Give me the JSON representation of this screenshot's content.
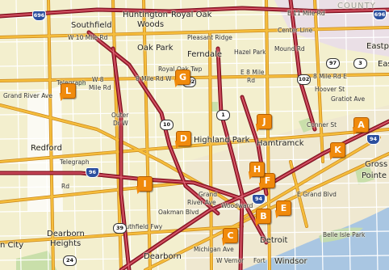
{
  "map": {
    "labels": [
      {
        "id": "southfield",
        "text": "Southfield",
        "cls": "city"
      },
      {
        "id": "huntington-woods-1",
        "text": "Huntington",
        "cls": "city"
      },
      {
        "id": "huntington-woods-2",
        "text": "Woods",
        "cls": "city"
      },
      {
        "id": "royal-oak",
        "text": "Royal Oak",
        "cls": "city"
      },
      {
        "id": "e11-mile",
        "text": "E 11 Mile Rd",
        "cls": "minor"
      },
      {
        "id": "county",
        "text": "COUNTY",
        "cls": "faint"
      },
      {
        "id": "w10-mile",
        "text": "W 10 Mile Rd",
        "cls": "minor"
      },
      {
        "id": "pleasant-ridge",
        "text": "Pleasant Ridge",
        "cls": "minor"
      },
      {
        "id": "center-line",
        "text": "Center Line",
        "cls": "minor"
      },
      {
        "id": "oak-park",
        "text": "Oak Park",
        "cls": "city"
      },
      {
        "id": "ferndale",
        "text": "Ferndale",
        "cls": "city"
      },
      {
        "id": "hazel-park",
        "text": "Hazel Park",
        "cls": "minor"
      },
      {
        "id": "telegraph-top",
        "text": "Telegraph",
        "cls": "minor"
      },
      {
        "id": "royal-oak-twp",
        "text": "Royal Oak Twp",
        "cls": "minor"
      },
      {
        "id": "mound-rd",
        "text": "Mound Rd",
        "cls": "minor"
      },
      {
        "id": "w8-mile-1",
        "text": "W 8",
        "cls": "minor"
      },
      {
        "id": "w8-mile-2",
        "text": "Mile Rd",
        "cls": "minor"
      },
      {
        "id": "8-mile-rd-w",
        "text": "8 Mile Rd W",
        "cls": "minor"
      },
      {
        "id": "e8-mile-1",
        "text": "E 8 Mile",
        "cls": "minor"
      },
      {
        "id": "e8-mile-2",
        "text": "Rd",
        "cls": "minor"
      },
      {
        "id": "8-mile-rd-e",
        "text": "8 Mile Rd E",
        "cls": "minor"
      },
      {
        "id": "hoover-st",
        "text": "Hoover St",
        "cls": "minor"
      },
      {
        "id": "grand-river-ave",
        "text": "Grand River Ave",
        "cls": "minor"
      },
      {
        "id": "outer-drive-1",
        "text": "Outer",
        "cls": "minor"
      },
      {
        "id": "outer-drive-2",
        "text": "Dr W",
        "cls": "minor"
      },
      {
        "id": "gratiot-ave",
        "text": "Gratiot Ave",
        "cls": "minor"
      },
      {
        "id": "eastpointe",
        "text": "Eastp",
        "cls": "city"
      },
      {
        "id": "highland-park",
        "text": "Highland Park",
        "cls": "city"
      },
      {
        "id": "hamtramck",
        "text": "Hamtramck",
        "cls": "city"
      },
      {
        "id": "conner-st",
        "text": "Conner St",
        "cls": "minor"
      },
      {
        "id": "redford",
        "text": "Redford",
        "cls": "city"
      },
      {
        "id": "grosse-1",
        "text": "Gross",
        "cls": "city"
      },
      {
        "id": "grosse-2",
        "text": "Pointe",
        "cls": "city"
      },
      {
        "id": "telegraph-rd-1",
        "text": "Telegraph",
        "cls": "minor"
      },
      {
        "id": "telegraph-rd-2",
        "text": "Rd",
        "cls": "minor"
      },
      {
        "id": "grand-river-1",
        "text": "Grand",
        "cls": "minor"
      },
      {
        "id": "grand-river-2",
        "text": "River Ave",
        "cls": "minor"
      },
      {
        "id": "e-grand-blvd",
        "text": "E Grand Blvd",
        "cls": "minor"
      },
      {
        "id": "woodward-1",
        "text": "Woodward",
        "cls": "minor"
      },
      {
        "id": "southfield-fwy",
        "text": "Southfield Fwy",
        "cls": "minor"
      },
      {
        "id": "oakman-blvd",
        "text": "Oakman Blvd",
        "cls": "minor"
      },
      {
        "id": "dearborn",
        "text": "Dearborn",
        "cls": "city"
      },
      {
        "id": "dearborn-heights-1",
        "text": "Dearborn",
        "cls": "city"
      },
      {
        "id": "dearborn-heights-2",
        "text": "Heights",
        "cls": "city"
      },
      {
        "id": "detroit",
        "text": "Detroit",
        "cls": "city"
      },
      {
        "id": "michigan-ave",
        "text": "Michigan Ave",
        "cls": "minor"
      },
      {
        "id": "w-vernor",
        "text": "W Vernor",
        "cls": "minor"
      },
      {
        "id": "fort-st",
        "text": "Fort",
        "cls": "minor"
      },
      {
        "id": "windsor",
        "text": "Windsor",
        "cls": "city"
      },
      {
        "id": "belle-isle",
        "text": "Belle Isle Park",
        "cls": "minor"
      },
      {
        "id": "city-left",
        "text": "n City",
        "cls": "city"
      },
      {
        "id": "east-edge",
        "text": "East",
        "cls": "city"
      }
    ],
    "shields": [
      {
        "id": "shield-696",
        "text": "696",
        "type": "interstate"
      },
      {
        "id": "shield-97",
        "text": "97",
        "type": "state"
      },
      {
        "id": "shield-3",
        "text": "3",
        "type": "state"
      },
      {
        "id": "shield-102-w",
        "text": "102",
        "type": "state"
      },
      {
        "id": "shield-102-e",
        "text": "102",
        "type": "state"
      },
      {
        "id": "shield-10",
        "text": "10",
        "type": "state"
      },
      {
        "id": "shield-1",
        "text": "1",
        "type": "state"
      },
      {
        "id": "shield-94-e",
        "text": "94",
        "type": "interstate"
      },
      {
        "id": "shield-96",
        "text": "96",
        "type": "interstate"
      },
      {
        "id": "shield-39",
        "text": "39",
        "type": "state"
      },
      {
        "id": "shield-94-c",
        "text": "94",
        "type": "interstate"
      },
      {
        "id": "shield-24",
        "text": "24",
        "type": "state"
      },
      {
        "id": "shield-696-e",
        "text": "696",
        "type": "interstate"
      }
    ],
    "markers": [
      "A",
      "B",
      "C",
      "D",
      "E",
      "F",
      "G",
      "H",
      "I",
      "J",
      "K",
      "L"
    ],
    "colors": {
      "land": "#f3efce",
      "urban": "#efe4d2",
      "water": "#a9c6e2",
      "park": "#c9dfaa",
      "freeway": "#b5283b",
      "arterial": "#f5bd3c",
      "minor_road": "#ffffff",
      "marker": "#f08a0c"
    }
  }
}
